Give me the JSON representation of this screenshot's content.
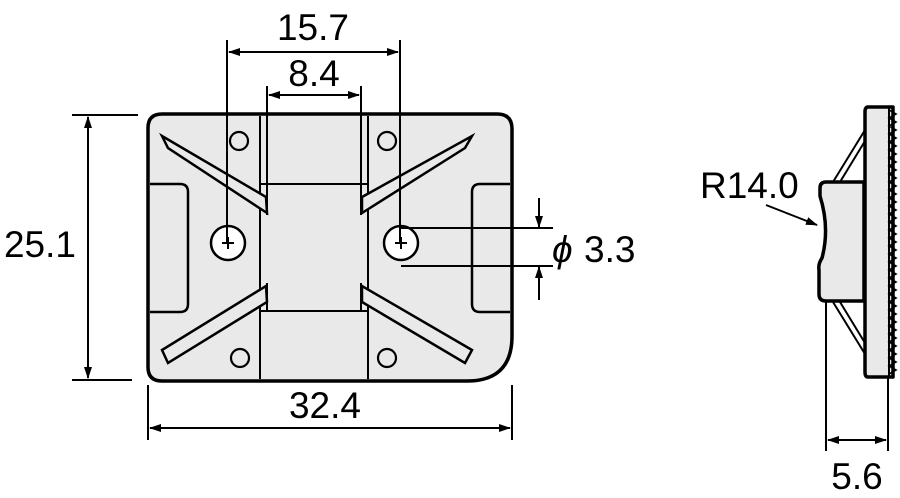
{
  "drawing": {
    "type": "technical-dimension-drawing",
    "subject": "cable tie mount (front view and side view)",
    "units": "mm",
    "colors": {
      "fill": "#e9e9e9",
      "stroke": "#000000",
      "background": "#ffffff"
    },
    "front_view": {
      "dimensions": {
        "overall_width": "32.4",
        "overall_height": "25.1",
        "hole_spacing": "15.7",
        "slot_width": "8.4",
        "hole_diameter_symbol": "ϕ",
        "hole_diameter": "3.3"
      }
    },
    "side_view": {
      "dimensions": {
        "radius": "R14.0",
        "thickness": "5.6"
      }
    }
  }
}
